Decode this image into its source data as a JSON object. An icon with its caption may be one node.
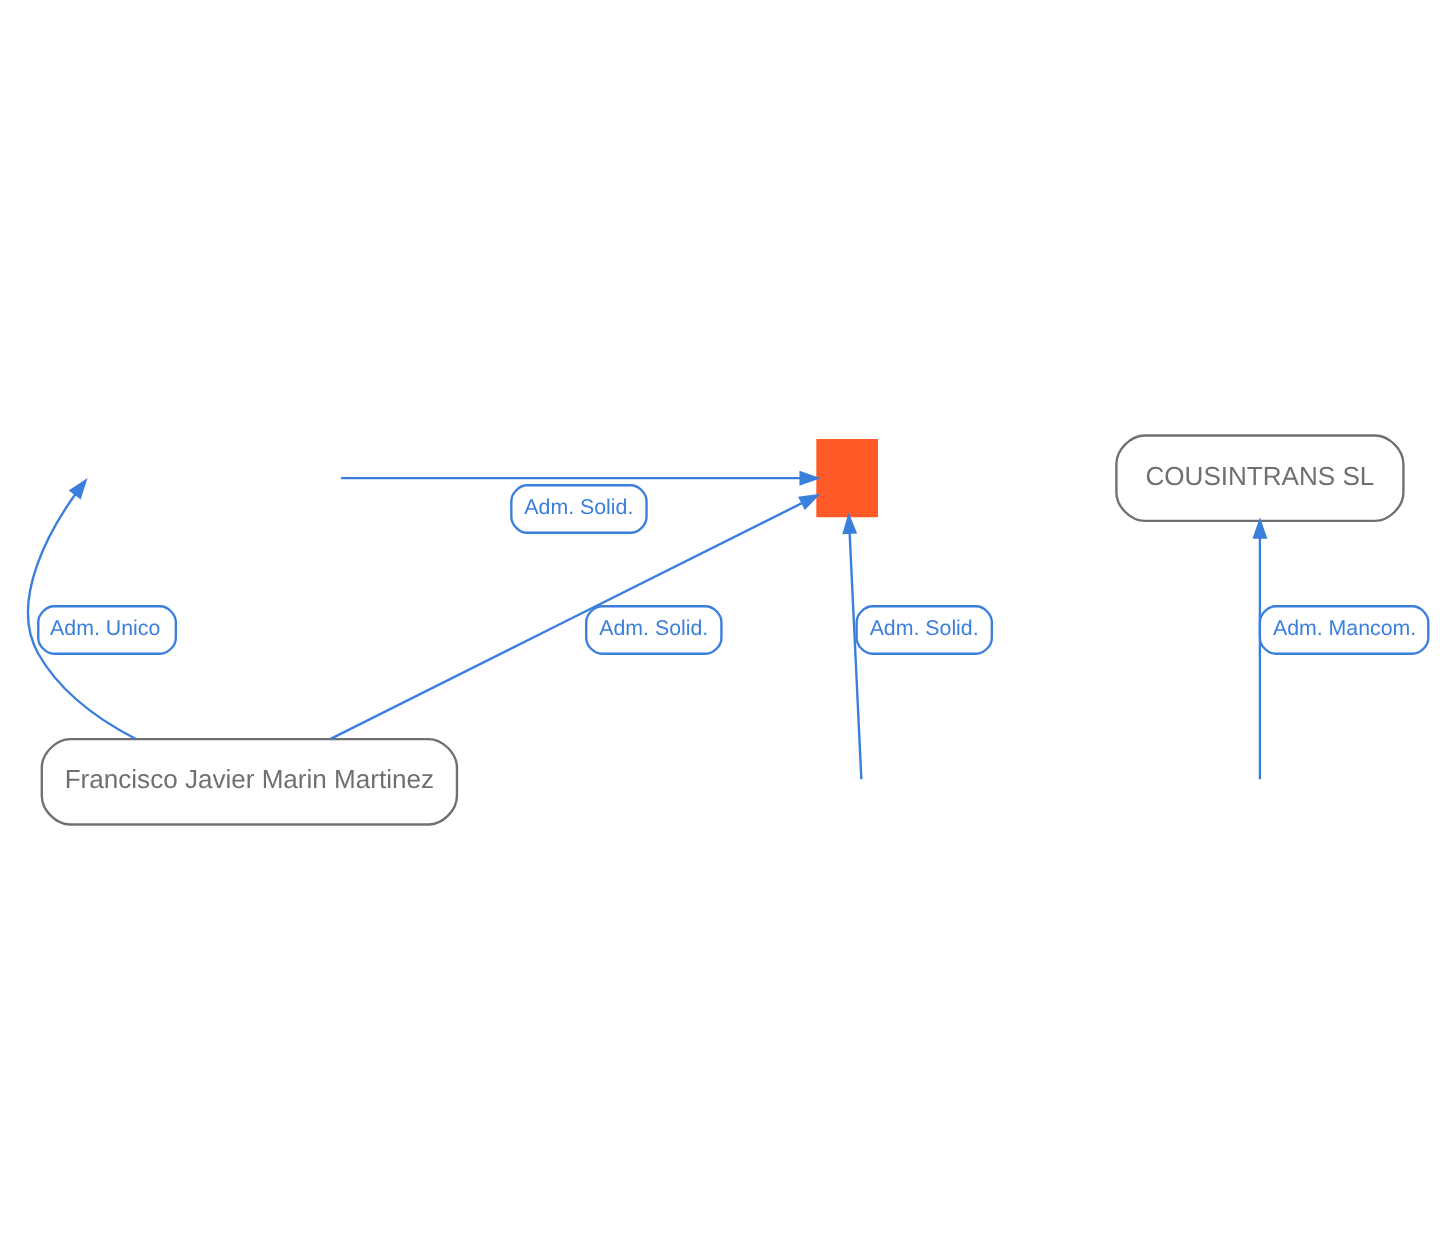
{
  "diagram": {
    "nodes": [
      {
        "text": [],
        "shape": "building"
      },
      {
        "text": [
          "COUSINTRANS SL"
        ]
      },
      {
        "text": [
          "Francisco Javier Marin Martinez"
        ]
      }
    ],
    "edges": [
      {
        "from": null,
        "to": 0,
        "arrow": "to",
        "label": "Adm. Solid."
      },
      {
        "from": 2,
        "to": null,
        "arrow": "to",
        "label": "Adm. Unico"
      },
      {
        "from": 2,
        "to": 0,
        "arrow": "to",
        "label": "Adm. Solid."
      },
      {
        "from": null,
        "to": 1,
        "arrow": "to",
        "label": "Adm. Mancom."
      },
      {
        "from": null,
        "to": 0,
        "arrow": "to",
        "label": "Adm. Solid."
      }
    ]
  }
}
